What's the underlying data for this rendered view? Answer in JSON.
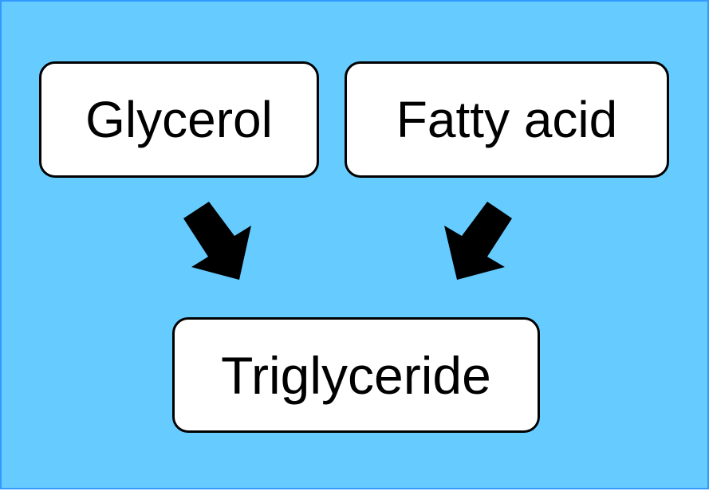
{
  "diagram": {
    "nodes": [
      {
        "id": "glycerol",
        "label": "Glycerol"
      },
      {
        "id": "fatty_acid",
        "label": "Fatty acid"
      },
      {
        "id": "triglyceride",
        "label": "Triglyceride"
      }
    ],
    "edges": [
      {
        "from": "glycerol",
        "to": "triglyceride"
      },
      {
        "from": "fatty_acid",
        "to": "triglyceride"
      }
    ]
  },
  "colors": {
    "background": "#66ccff",
    "frame_border": "#3399ff",
    "box_fill": "#ffffff",
    "box_border": "#000000",
    "arrow": "#000000",
    "text": "#000000"
  }
}
